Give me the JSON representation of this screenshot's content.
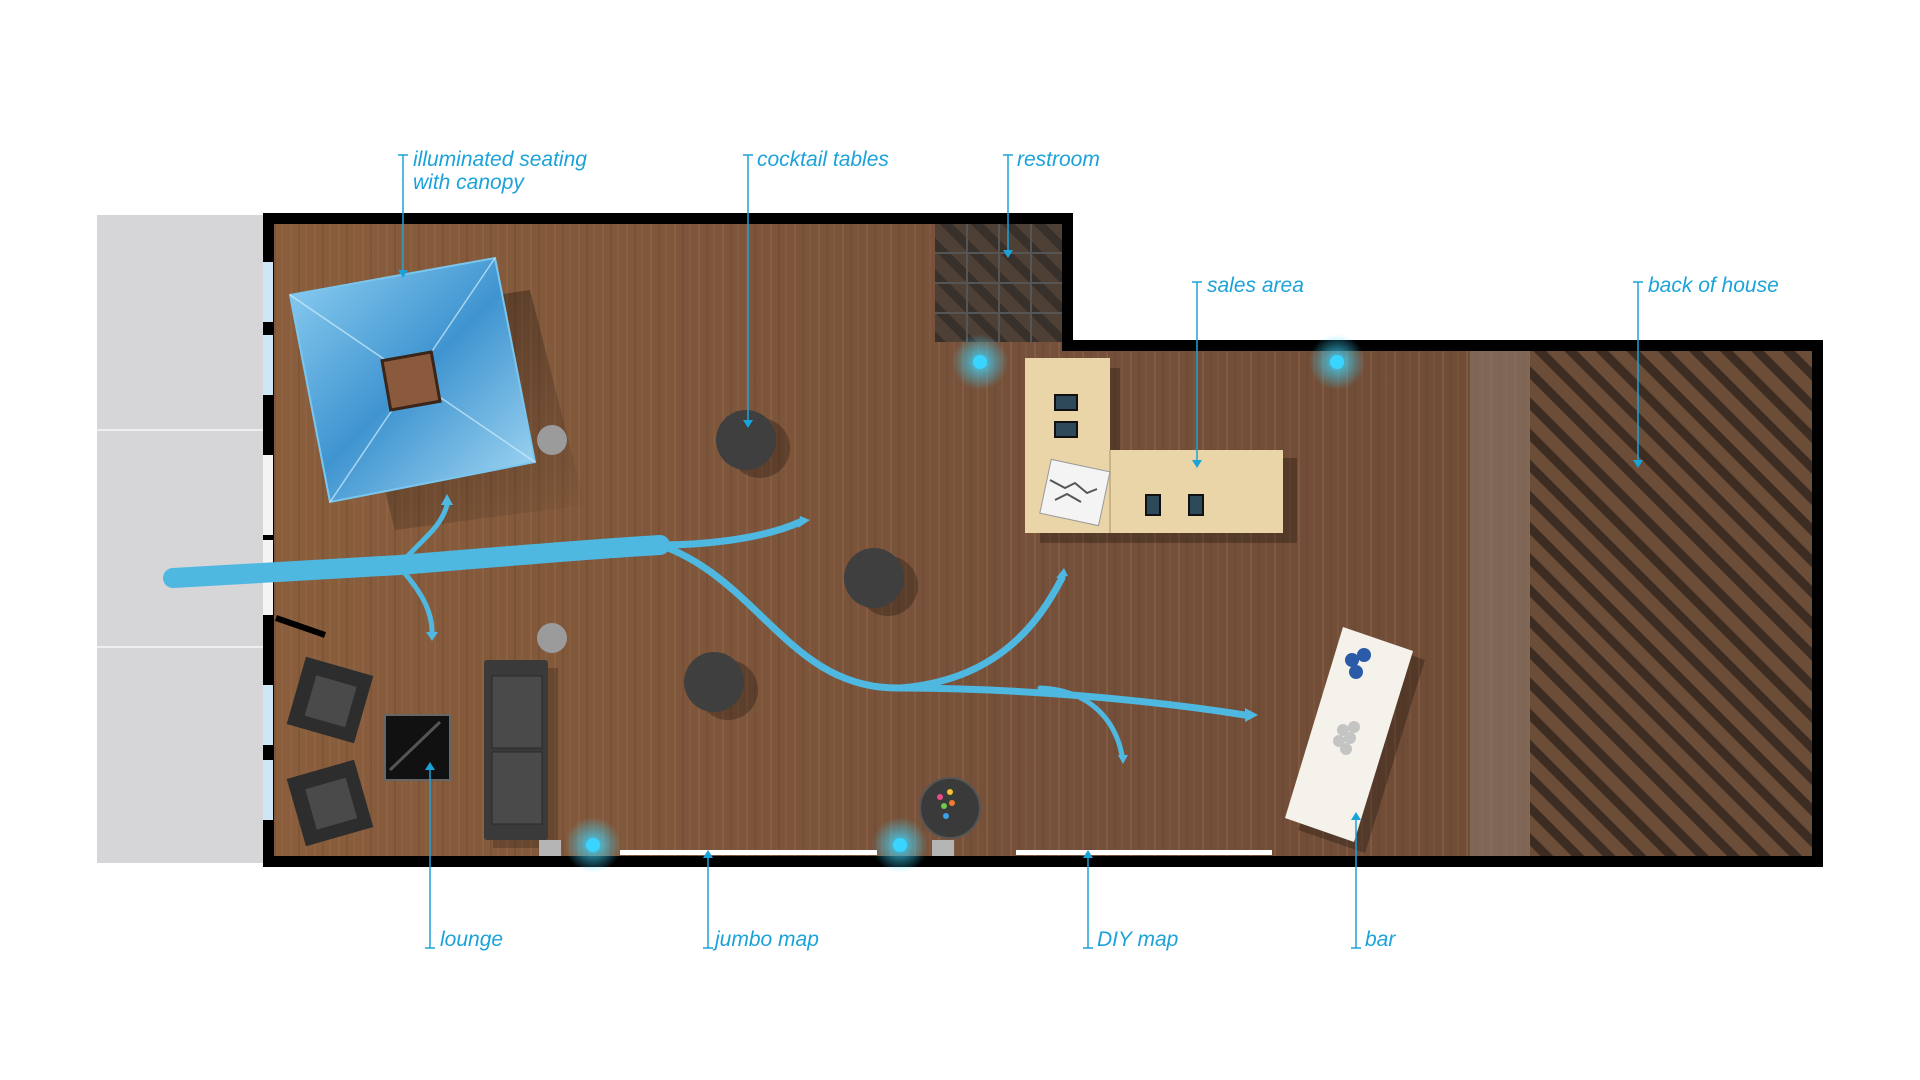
{
  "colors": {
    "accent": "#1ba3d9",
    "floor": "#7a5436",
    "wall": "#000000",
    "sidewalk": "#d4d4d6",
    "canopy": "#5cb6e6",
    "flow": "#4fb8e0",
    "counter": "#e8d4a6",
    "bar_top": "#f3f1ea"
  },
  "labels": {
    "seating_line1": "illuminated seating",
    "seating_line2": "with canopy",
    "cocktail": "cocktail tables",
    "restroom": "restroom",
    "sales": "sales area",
    "back": "back of house",
    "lounge": "lounge",
    "jumbo": "jumbo map",
    "diy": "DIY map",
    "bar": "bar"
  }
}
